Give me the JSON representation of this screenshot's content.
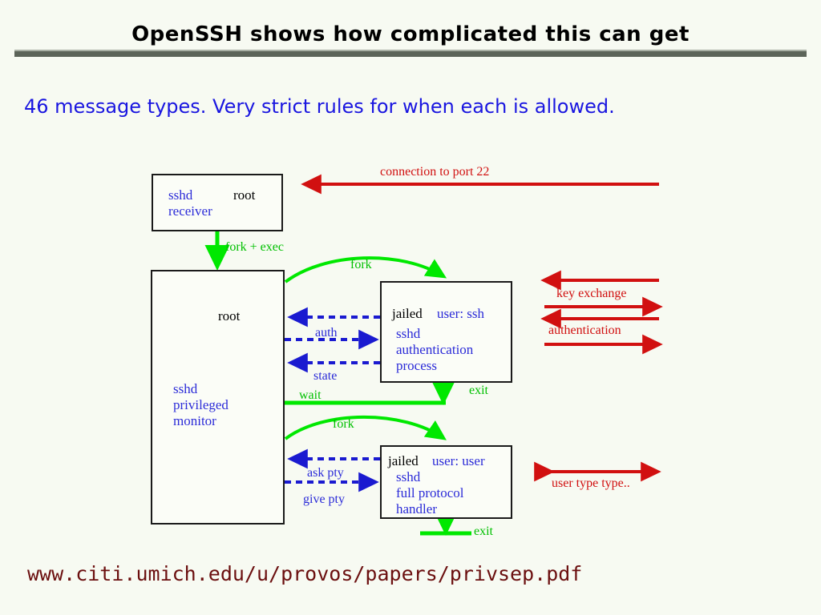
{
  "slide": {
    "title": "OpenSSH shows how complicated this can get",
    "subtitle": "46 message types.  Very strict rules for when each is allowed.",
    "footer_url": "www.citi.umich.edu/u/provos/papers/privsep.pdf",
    "colors": {
      "background": "#f7faf2",
      "title_text": "#000000",
      "rule": "#5c6459",
      "subtitle_text": "#1a16e0",
      "url_text": "#6b0f0f",
      "box_border": "#1a1a1a",
      "green_arrow": "#00e800",
      "green_label": "#00c000",
      "blue_arrow": "#1a1ad0",
      "blue_text": "#2b2bd8",
      "red_arrow": "#d11010",
      "black_text": "#000000"
    }
  },
  "diagram": {
    "boxes": [
      {
        "id": "sshd-receiver",
        "line1_black": "root",
        "line1_blue": "sshd",
        "line2_blue": "receiver"
      },
      {
        "id": "privileged-monitor",
        "label_root": "root",
        "body_line1": "sshd",
        "body_line2": "privileged",
        "body_line3": "monitor"
      },
      {
        "id": "jailed-auth-process",
        "tag_black": "jailed",
        "tag_blue": "user: ssh",
        "body_line1": "sshd",
        "body_line2": "authentication",
        "body_line3": "process"
      },
      {
        "id": "jailed-protocol-handler",
        "tag_black": "jailed",
        "tag_blue": "user: user",
        "body_line1": "sshd",
        "body_line2": "full protocol",
        "body_line3": "handler"
      }
    ],
    "labels": {
      "connection": "connection to port 22",
      "fork_exec": "fork + exec",
      "fork_top": "fork",
      "fork_bottom": "fork",
      "auth": "auth",
      "state": "state",
      "wait": "wait",
      "exit_auth": "exit",
      "exit_handler": "exit",
      "ask_pty": "ask pty",
      "give_pty": "give pty",
      "key_exchange": "key exchange",
      "authentication": "authentication",
      "user_type": "user type type.."
    }
  },
  "chart_data": {
    "type": "diagram",
    "title": "OpenSSH privilege separation message flow",
    "nodes": [
      {
        "id": "sshd-receiver",
        "label": "sshd receiver",
        "privilege": "root"
      },
      {
        "id": "privileged-monitor",
        "label": "sshd privileged monitor",
        "privilege": "root"
      },
      {
        "id": "jailed-auth-process",
        "label": "sshd authentication process",
        "privilege": "jailed user: ssh"
      },
      {
        "id": "jailed-protocol-handler",
        "label": "sshd full protocol handler",
        "privilege": "jailed user: user"
      }
    ],
    "edges": [
      {
        "from": "network",
        "to": "sshd-receiver",
        "label": "connection to port 22",
        "color": "red",
        "style": "solid",
        "direction": "left"
      },
      {
        "from": "sshd-receiver",
        "to": "privileged-monitor",
        "label": "fork + exec",
        "color": "green",
        "style": "solid",
        "direction": "down"
      },
      {
        "from": "privileged-monitor",
        "to": "jailed-auth-process",
        "label": "fork",
        "color": "green",
        "style": "curve",
        "direction": "right"
      },
      {
        "from": "jailed-auth-process",
        "to": "privileged-monitor",
        "label": "auth",
        "color": "blue",
        "style": "dashed",
        "direction": "left"
      },
      {
        "from": "privileged-monitor",
        "to": "jailed-auth-process",
        "label": "auth",
        "color": "blue",
        "style": "dashed",
        "direction": "right"
      },
      {
        "from": "jailed-auth-process",
        "to": "privileged-monitor",
        "label": "state",
        "color": "blue",
        "style": "dashed",
        "direction": "left"
      },
      {
        "from": "jailed-auth-process",
        "to": "privileged-monitor",
        "label": "wait / exit",
        "color": "green",
        "style": "solid",
        "direction": "left"
      },
      {
        "from": "privileged-monitor",
        "to": "jailed-protocol-handler",
        "label": "fork",
        "color": "green",
        "style": "curve",
        "direction": "right"
      },
      {
        "from": "jailed-protocol-handler",
        "to": "privileged-monitor",
        "label": "ask pty",
        "color": "blue",
        "style": "dashed",
        "direction": "left"
      },
      {
        "from": "privileged-monitor",
        "to": "jailed-protocol-handler",
        "label": "give pty",
        "color": "blue",
        "style": "dashed",
        "direction": "right"
      },
      {
        "from": "jailed-protocol-handler",
        "to": "exit",
        "label": "exit",
        "color": "green",
        "style": "solid",
        "direction": "down"
      },
      {
        "from": "network",
        "to": "jailed-auth-process",
        "label": "key exchange",
        "color": "red",
        "style": "solid",
        "direction": "bidirectional"
      },
      {
        "from": "network",
        "to": "jailed-auth-process",
        "label": "authentication",
        "color": "red",
        "style": "solid",
        "direction": "bidirectional"
      },
      {
        "from": "network",
        "to": "jailed-protocol-handler",
        "label": "user type type..",
        "color": "red",
        "style": "solid",
        "direction": "bidirectional"
      }
    ]
  }
}
